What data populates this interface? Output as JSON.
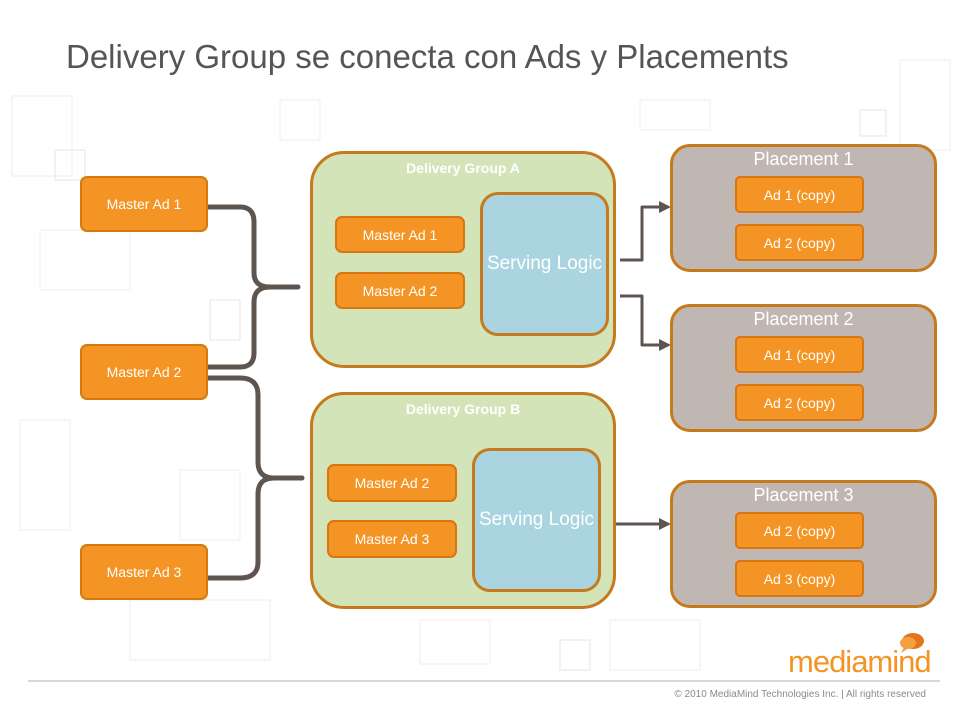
{
  "title": "Delivery Group se conecta con  Ads y Placements",
  "master_ads": [
    "Master Ad 1",
    "Master Ad 2",
    "Master Ad 3"
  ],
  "delivery_groups": [
    {
      "title": "Delivery Group A",
      "ads": [
        "Master Ad 1",
        "Master Ad 2"
      ],
      "serving_logic": "Serving Logic"
    },
    {
      "title": "Delivery Group B",
      "ads": [
        "Master Ad 2",
        "Master Ad 3"
      ],
      "serving_logic": "Serving Logic"
    }
  ],
  "placements": [
    {
      "title": "Placement 1",
      "ads": [
        "Ad 1 (copy)",
        "Ad 2 (copy)"
      ]
    },
    {
      "title": "Placement 2",
      "ads": [
        "Ad 1 (copy)",
        "Ad 2 (copy)"
      ]
    },
    {
      "title": "Placement 3",
      "ads": [
        "Ad 2 (copy)",
        "Ad 3 (copy)"
      ]
    }
  ],
  "logo": {
    "text": "mediamind",
    "icon": "speech-bubble-icon"
  },
  "copyright": "© 2010 MediaMind Technologies Inc. | All rights reserved",
  "colors": {
    "accent_orange": "#F39424",
    "border_brown": "#C57A1E",
    "group_green": "#D2E4B8",
    "serving_blue": "#A9D4E0",
    "placement_gray": "#C0B7B3",
    "connector_gray": "#5E5450",
    "title_gray": "#555555"
  }
}
